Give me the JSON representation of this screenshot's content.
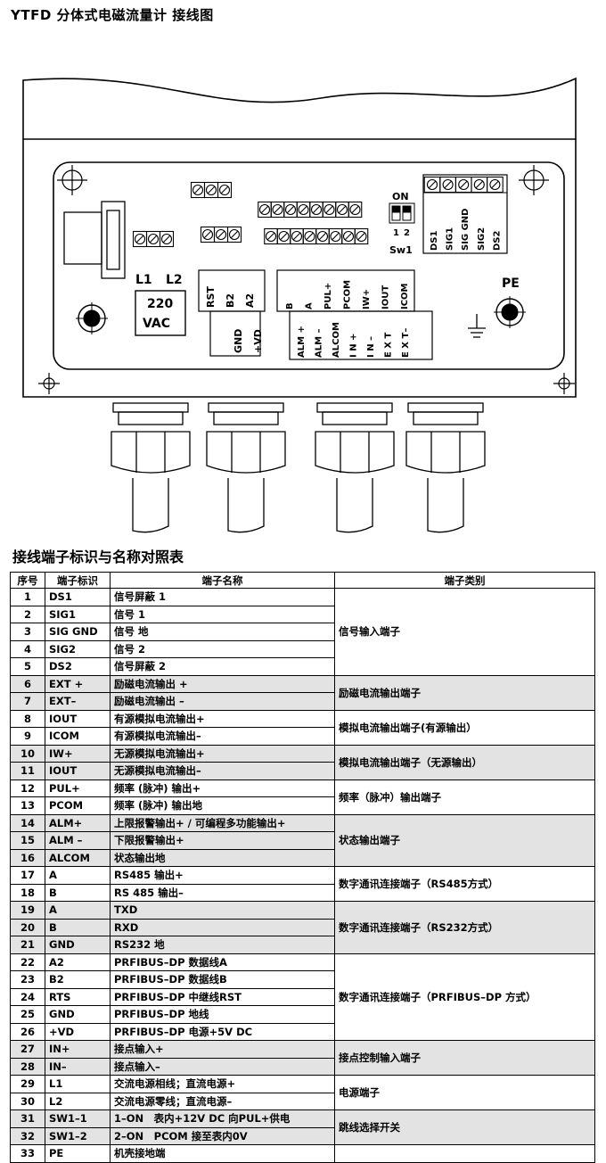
{
  "title": "YTFD 分体式电磁流量计 接线图",
  "diagram": {
    "left_block": [
      "L1",
      "L2",
      "220",
      "VAC"
    ],
    "block_a_top": [
      "RST",
      "B2",
      "A2"
    ],
    "block_a_bottom": [
      "GND",
      "+VD"
    ],
    "block_b_top": [
      "B",
      "A",
      "PUL+",
      "PCOM",
      "IW+",
      "IOUT",
      "ICOM"
    ],
    "block_b_bottom": [
      "ALM +",
      "ALM –",
      "ALCOM",
      "I N +",
      "I N –",
      "E X T",
      "E X T–"
    ],
    "switch_on": "ON",
    "switch_nums": [
      "1",
      "2"
    ],
    "switch_name": "Sw1",
    "sig_terminals": [
      "DS1",
      "SIG1",
      "SIG GND",
      "SIG2",
      "DS2"
    ],
    "pe_label": "PE"
  },
  "table_title": "接线端子标识与名称对照表",
  "headers": [
    "序号",
    "端子标识",
    "端子名称",
    "端子类别"
  ],
  "rows": [
    {
      "n": "1",
      "id": "DS1",
      "name": "信号屏蔽 1"
    },
    {
      "n": "2",
      "id": "SIG1",
      "name": "信号 1"
    },
    {
      "n": "3",
      "id": "SIG GND",
      "name": "信号 地"
    },
    {
      "n": "4",
      "id": "SIG2",
      "name": "信号 2"
    },
    {
      "n": "5",
      "id": "DS2",
      "name": "信号屏蔽 2"
    },
    {
      "n": "6",
      "id": "EXT +",
      "name": "励磁电流输出 +"
    },
    {
      "n": "7",
      "id": "EXT–",
      "name": "励磁电流输出 –"
    },
    {
      "n": "8",
      "id": "IOUT",
      "name": "有源模拟电流输出+"
    },
    {
      "n": "9",
      "id": "ICOM",
      "name": "有源模拟电流输出–"
    },
    {
      "n": "10",
      "id": "IW+",
      "name": "无源模拟电流输出+"
    },
    {
      "n": "11",
      "id": "IOUT",
      "name": "无源模拟电流输出–"
    },
    {
      "n": "12",
      "id": "PUL+",
      "name": "频率 (脉冲) 输出+"
    },
    {
      "n": "13",
      "id": "PCOM",
      "name": "频率 (脉冲) 输出地"
    },
    {
      "n": "14",
      "id": "ALM+",
      "name": "上限报警输出+ / 可编程多功能输出+"
    },
    {
      "n": "15",
      "id": "ALM –",
      "name": "下限报警输出+"
    },
    {
      "n": "16",
      "id": "ALCOM",
      "name": "状态输出地"
    },
    {
      "n": "17",
      "id": "A",
      "name": "RS485 输出+"
    },
    {
      "n": "18",
      "id": "B",
      "name": "RS 485 输出–"
    },
    {
      "n": "19",
      "id": "A",
      "name": "TXD"
    },
    {
      "n": "20",
      "id": "B",
      "name": "RXD"
    },
    {
      "n": "21",
      "id": "GND",
      "name": "RS232 地"
    },
    {
      "n": "22",
      "id": "A2",
      "name": "PRFIBUS–DP 数据线A"
    },
    {
      "n": "23",
      "id": "B2",
      "name": "PRFIBUS–DP 数据线B"
    },
    {
      "n": "24",
      "id": "RTS",
      "name": "PRFIBUS–DP 中继线RST"
    },
    {
      "n": "25",
      "id": "GND",
      "name": "PRFIBUS–DP 地线"
    },
    {
      "n": "26",
      "id": "+VD",
      "name": "PRFIBUS–DP 电源+5V DC"
    },
    {
      "n": "27",
      "id": "IN+",
      "name": "接点输入+"
    },
    {
      "n": "28",
      "id": "IN–",
      "name": "接点输入–"
    },
    {
      "n": "29",
      "id": "L1",
      "name": "交流电源相线；直流电源+"
    },
    {
      "n": "30",
      "id": "L2",
      "name": "交流电源零线；直流电源–"
    },
    {
      "n": "31",
      "id": "SW1–1",
      "name": "1–ON　表内+12V DC 向PUL+供电"
    },
    {
      "n": "32",
      "id": "SW1–2",
      "name": "2–ON　PCOM 接至表内0V"
    },
    {
      "n": "33",
      "id": "PE",
      "name": "机壳接地端"
    }
  ],
  "groups": [
    {
      "label": "信号输入端子",
      "span": 5
    },
    {
      "label": "励磁电流输出端子",
      "span": 2
    },
    {
      "label": "模拟电流输出端子(有源输出）",
      "span": 2
    },
    {
      "label": "模拟电流输出端子（无源输出）",
      "span": 2
    },
    {
      "label": "频率（脉冲）输出端子",
      "span": 2
    },
    {
      "label": "状态输出端子",
      "span": 3
    },
    {
      "label": "数字通讯连接端子（RS485方式）",
      "span": 2
    },
    {
      "label": "数字通讯连接端子（RS232方式）",
      "span": 3
    },
    {
      "label": "数字通讯连接端子（PRFIBUS–DP 方式）",
      "span": 5
    },
    {
      "label": "接点控制输入端子",
      "span": 2
    },
    {
      "label": "电源端子",
      "span": 2
    },
    {
      "label": "跳线选择开关",
      "span": 2
    },
    {
      "label": "",
      "span": 1
    }
  ],
  "colors": {
    "shade": "#e3e3e3",
    "line": "#000000"
  }
}
